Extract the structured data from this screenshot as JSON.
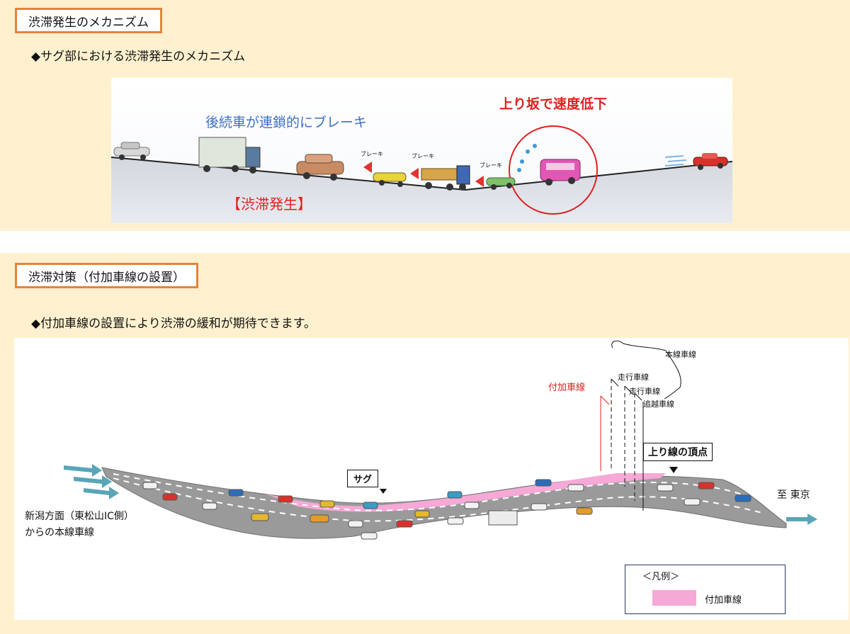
{
  "section1": {
    "title": "渋滞発生のメカニズム",
    "bullet": "◆サグ部における渋滞発生のメカニズム",
    "figure": {
      "label_following": "後続車が連鎖的にブレーキ",
      "label_uphill": "上り坂で速度低下",
      "label_jam": "【渋滞発生】",
      "brake_label": "ブレーキ"
    },
    "colors": {
      "blue_text": "#3d6fc4",
      "red_text": "#e02020",
      "border": "#e8823a",
      "panel": "#fff1cf"
    }
  },
  "section2": {
    "title": "渋滞対策（付加車線の設置）",
    "bullet": "◆付加車線の設置により渋滞の緩和が期待できます。",
    "figure": {
      "label_main_lanes": "本線車線",
      "label_driving_lane_1": "走行車線",
      "label_driving_lane_2": "走行車線",
      "label_passing_lane": "追越車線",
      "label_added_lane": "付加車線",
      "label_summit": "上り線の頂点",
      "label_sag": "サグ",
      "label_to_tokyo": "至 東京",
      "label_origin_line1": "新潟方面（東松山IC側）",
      "label_origin_line2": "からの本線車線",
      "legend_title": "＜凡例＞",
      "legend_item": "付加車線"
    },
    "colors": {
      "added_lane": "#f6a8d6",
      "road": "#9a9a9a",
      "arrow": "#5aa5b8"
    }
  }
}
